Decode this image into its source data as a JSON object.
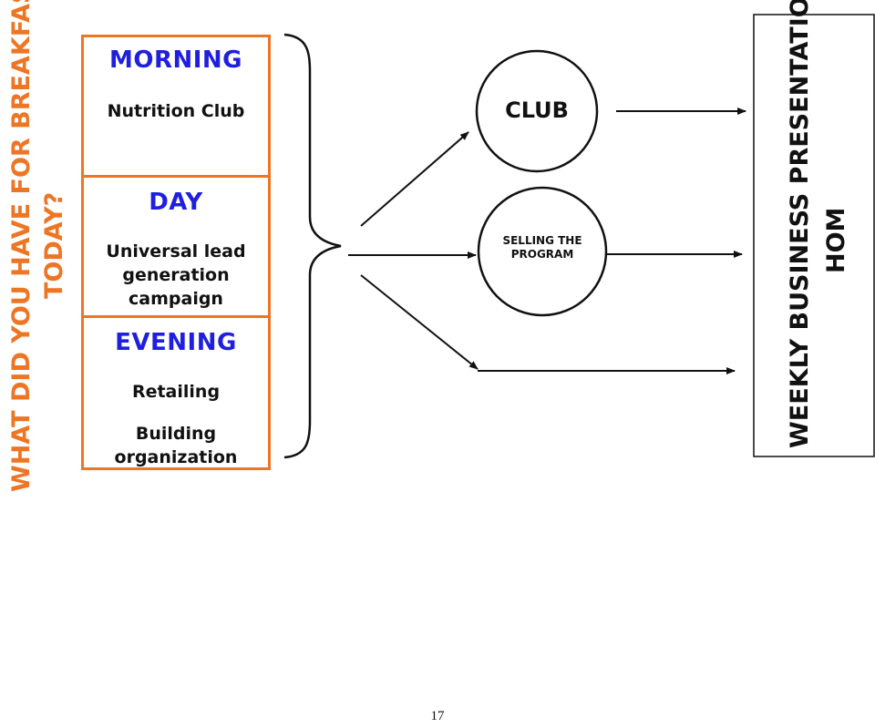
{
  "side_title": {
    "line1": "WHAT DID YOU HAVE FOR BREAKFAST",
    "line2": "TODAY?",
    "color": "#ED7625"
  },
  "boxes": {
    "morning": {
      "heading": "MORNING",
      "lines": [
        "Nutrition Club"
      ]
    },
    "day": {
      "heading": "DAY",
      "lines": [
        "Universal lead",
        "generation",
        "campaign"
      ]
    },
    "evening": {
      "heading": "EVENING",
      "lines": [
        "Retailing",
        "Building",
        "organization"
      ]
    },
    "border_color": "#ED7625",
    "heading_color": "#1F1FE0"
  },
  "circles": {
    "club": "CLUB",
    "selling_line1": "SELLING THE",
    "selling_line2": "PROGRAM"
  },
  "right_box": {
    "line1": "WEEKLY BUSINESS PRESENTATION",
    "line2": "HOM"
  },
  "page_number": "17"
}
